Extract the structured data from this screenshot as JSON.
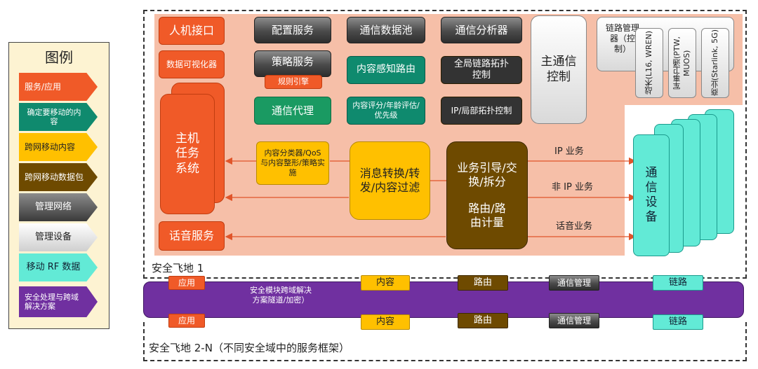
{
  "legend": {
    "title": "图例",
    "items": [
      {
        "label": "服务/应用",
        "color": "#f05a28"
      },
      {
        "label": "确定要移动的内容",
        "color": "#0f8a6e"
      },
      {
        "label": "跨网移动内容",
        "color": "#ffc000"
      },
      {
        "label": "跨网移动数据包",
        "color": "#6e4a00"
      },
      {
        "label": "管理网络",
        "color": "#4a4a4a"
      },
      {
        "label": "管理设备",
        "color": "#e6e6e6"
      },
      {
        "label": "移动 RF 数据",
        "color": "#62ead6"
      },
      {
        "label": "安全处理与跨域解决方案",
        "color": "#7030a0"
      }
    ]
  },
  "enclave1": {
    "label": "安全飞地 1",
    "hmi": "人机接口",
    "data_viz": "数据可视化器",
    "config_service": "配置服务",
    "policy_service": "策略服务",
    "rules_engine": "规则引擎",
    "comm_proxy": "通信代理",
    "comm_data_pool": "通信数据池",
    "content_aware_routing": "内容感知路由",
    "content_scoring": "内容评分/年龄评估/优先级",
    "comm_analyzer": "通信分析器",
    "global_link_topology": "全局链路拓扑控制",
    "ip_local_topology": "IP/局部拓扑控制",
    "main_comm_control": "主通信控制",
    "link_manager": "链路管理器（控制）",
    "link_tactical": "战术(L16, WREN)",
    "link_military_sat": "军事卫通(PTW, MUOS)",
    "link_commercial": "商业(Starlink, 5G)",
    "mission_system": "主机任务系统",
    "content_classifier": "内容分类器/QoS 与内容整形/策略实施",
    "message_switch": "消息转换/转发/内容过滤",
    "service_routing_top": "业务引导/交换/拆分",
    "service_routing_bottom": "路由/路由计量",
    "voice_service": "话音服务",
    "ip_service": "IP 业务",
    "non_ip_service": "非 IP 业务",
    "voice_traffic": "话音业务",
    "comm_equipment": "通信设备"
  },
  "security_bar": {
    "title": "安全模块跨域解决方案隧道/加密）",
    "app": "应用",
    "content": "内容",
    "routing": "路由",
    "comm_mgmt": "通信管理",
    "link": "链路"
  },
  "enclave2": {
    "label": "安全飞地 2-N（不同安全域中的服务框架）"
  }
}
